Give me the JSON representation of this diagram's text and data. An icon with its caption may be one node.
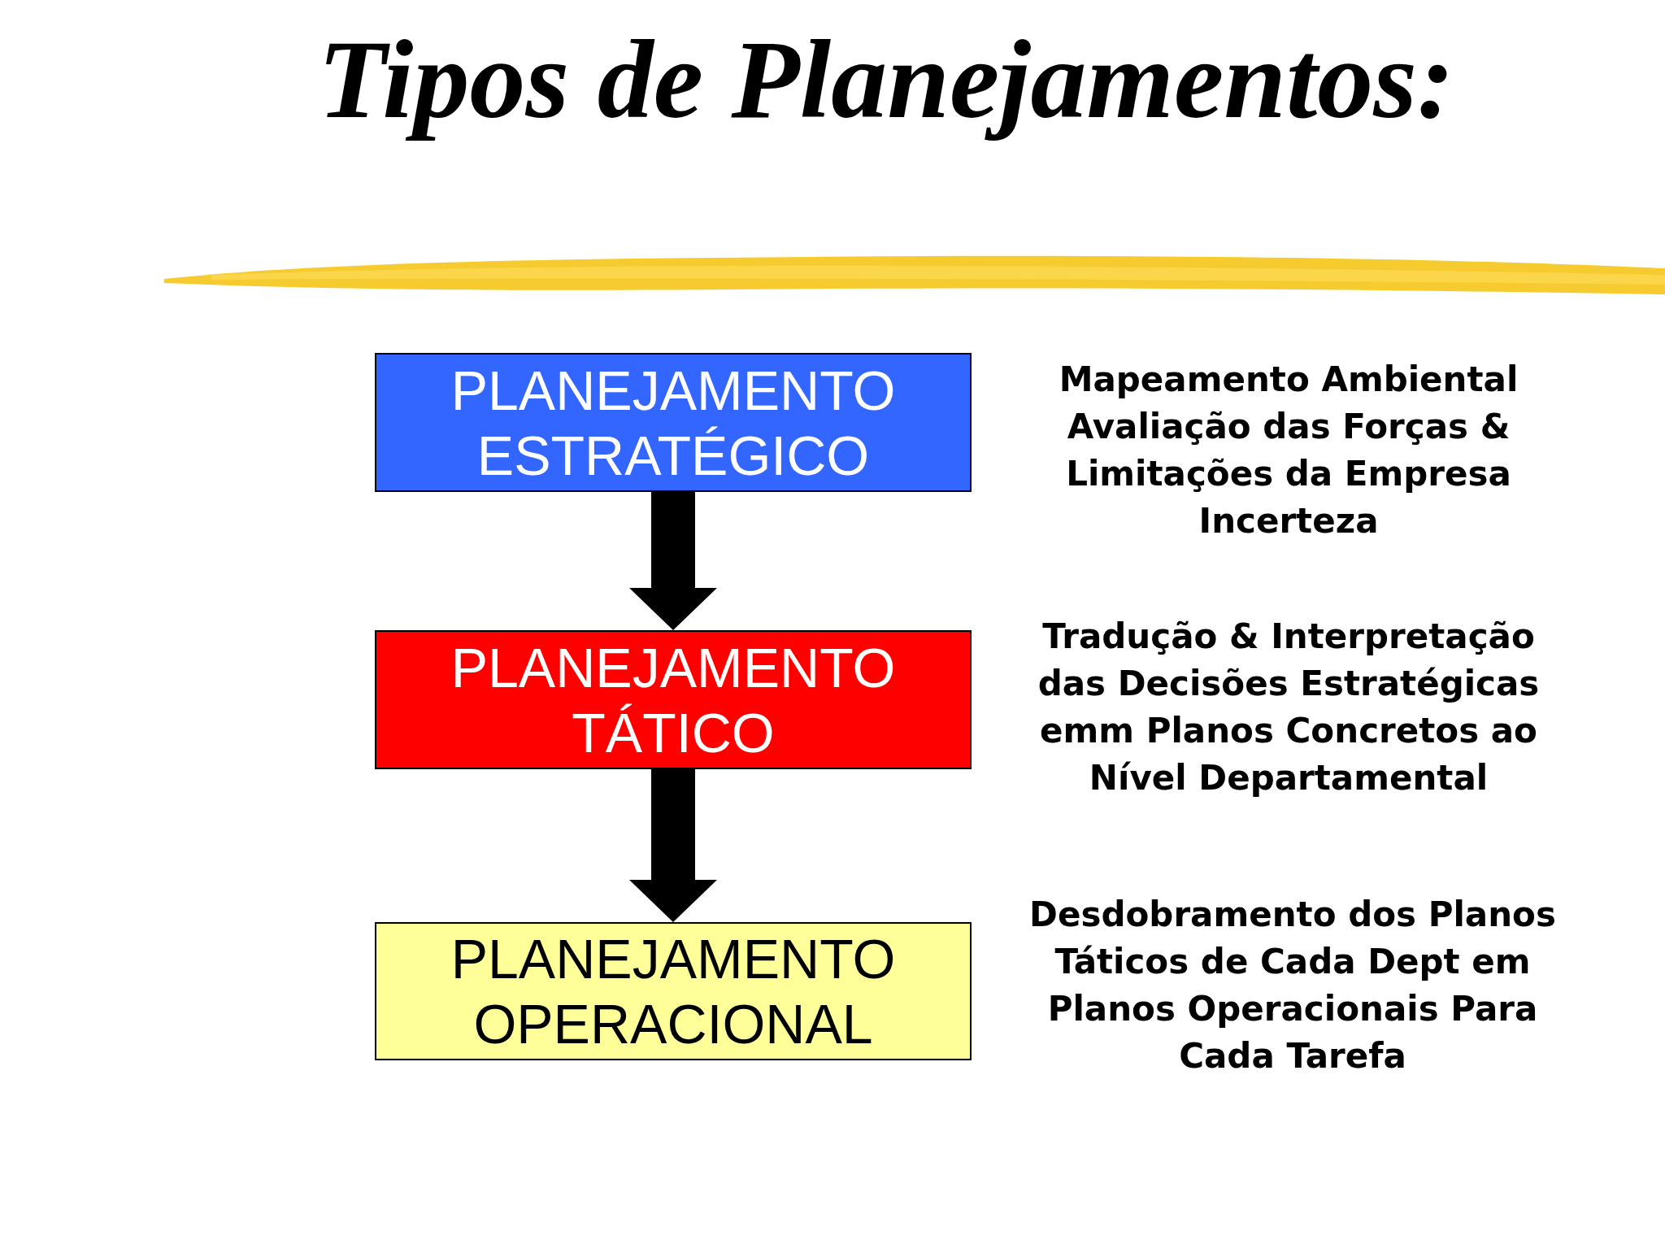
{
  "diagram": {
    "title": "Tipos de Planejamentos:",
    "nodes": [
      {
        "text": [
          "PLANEJAMENTO ESTRATÉGICO"
        ],
        "beside": [
          "Mapeamento Ambiental Avaliação das Forças & Limitações da Empresa Incerteza"
        ]
      },
      {
        "text": [
          "PLANEJAMENTO TÁTICO"
        ],
        "beside": [
          "Tradução & Interpretação das Decisões Estratégicas emm Planos Concretos ao Nível Departamental"
        ]
      },
      {
        "text": [
          "PLANEJAMENTO OPERACIONAL"
        ],
        "beside": [
          "Desdobramento dos Planos Táticos de Cada Dept em Planos Operacionais Para Cada Tarefa"
        ]
      }
    ],
    "edges": [
      {
        "from": 0,
        "to": 1,
        "arrow": "to"
      },
      {
        "from": 1,
        "to": 2,
        "arrow": "to"
      }
    ]
  }
}
